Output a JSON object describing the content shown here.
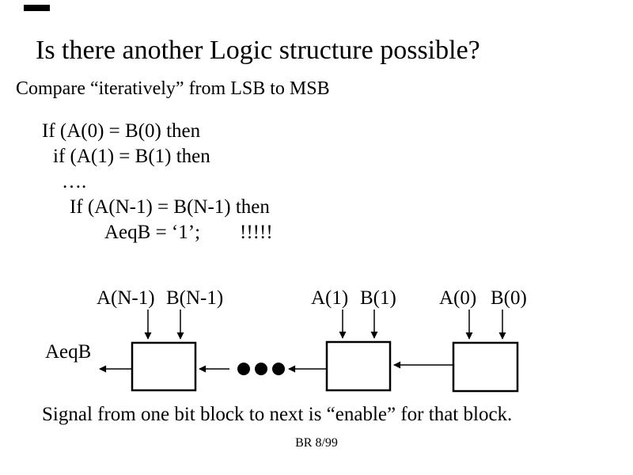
{
  "slide": {
    "title": "Is there another Logic structure possible?",
    "subtitle": "Compare “iteratively” from LSB to MSB",
    "code": {
      "lines": [
        "If (A(0) = B(0) then",
        "if (A(1) = B(1) then",
        "….",
        "If (A(N-1) = B(N-1) then",
        "AeqB = ‘1’;        !!!!!"
      ]
    },
    "diagram": {
      "output_label": "AeqB",
      "blocks": [
        {
          "a": "A(N-1)",
          "b": "B(N-1)"
        },
        {
          "a": "A(1)",
          "b": "B(1)"
        },
        {
          "a": "A(0)",
          "b": "B(0)"
        }
      ]
    },
    "caption": "Signal from one bit block to next is “enable” for that block.",
    "footer": "BR 8/99",
    "colors": {
      "background": "#ffffff",
      "ink": "#000000"
    }
  }
}
